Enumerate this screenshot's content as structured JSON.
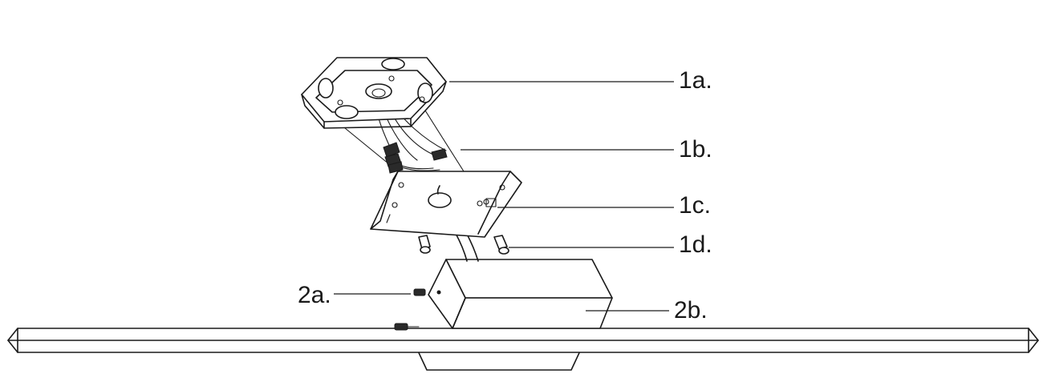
{
  "labels": {
    "l1a": "1a.",
    "l1b": "1b.",
    "l1c": "1c.",
    "l1d": "1d.",
    "l2a": "2a.",
    "l2b": "2b."
  }
}
